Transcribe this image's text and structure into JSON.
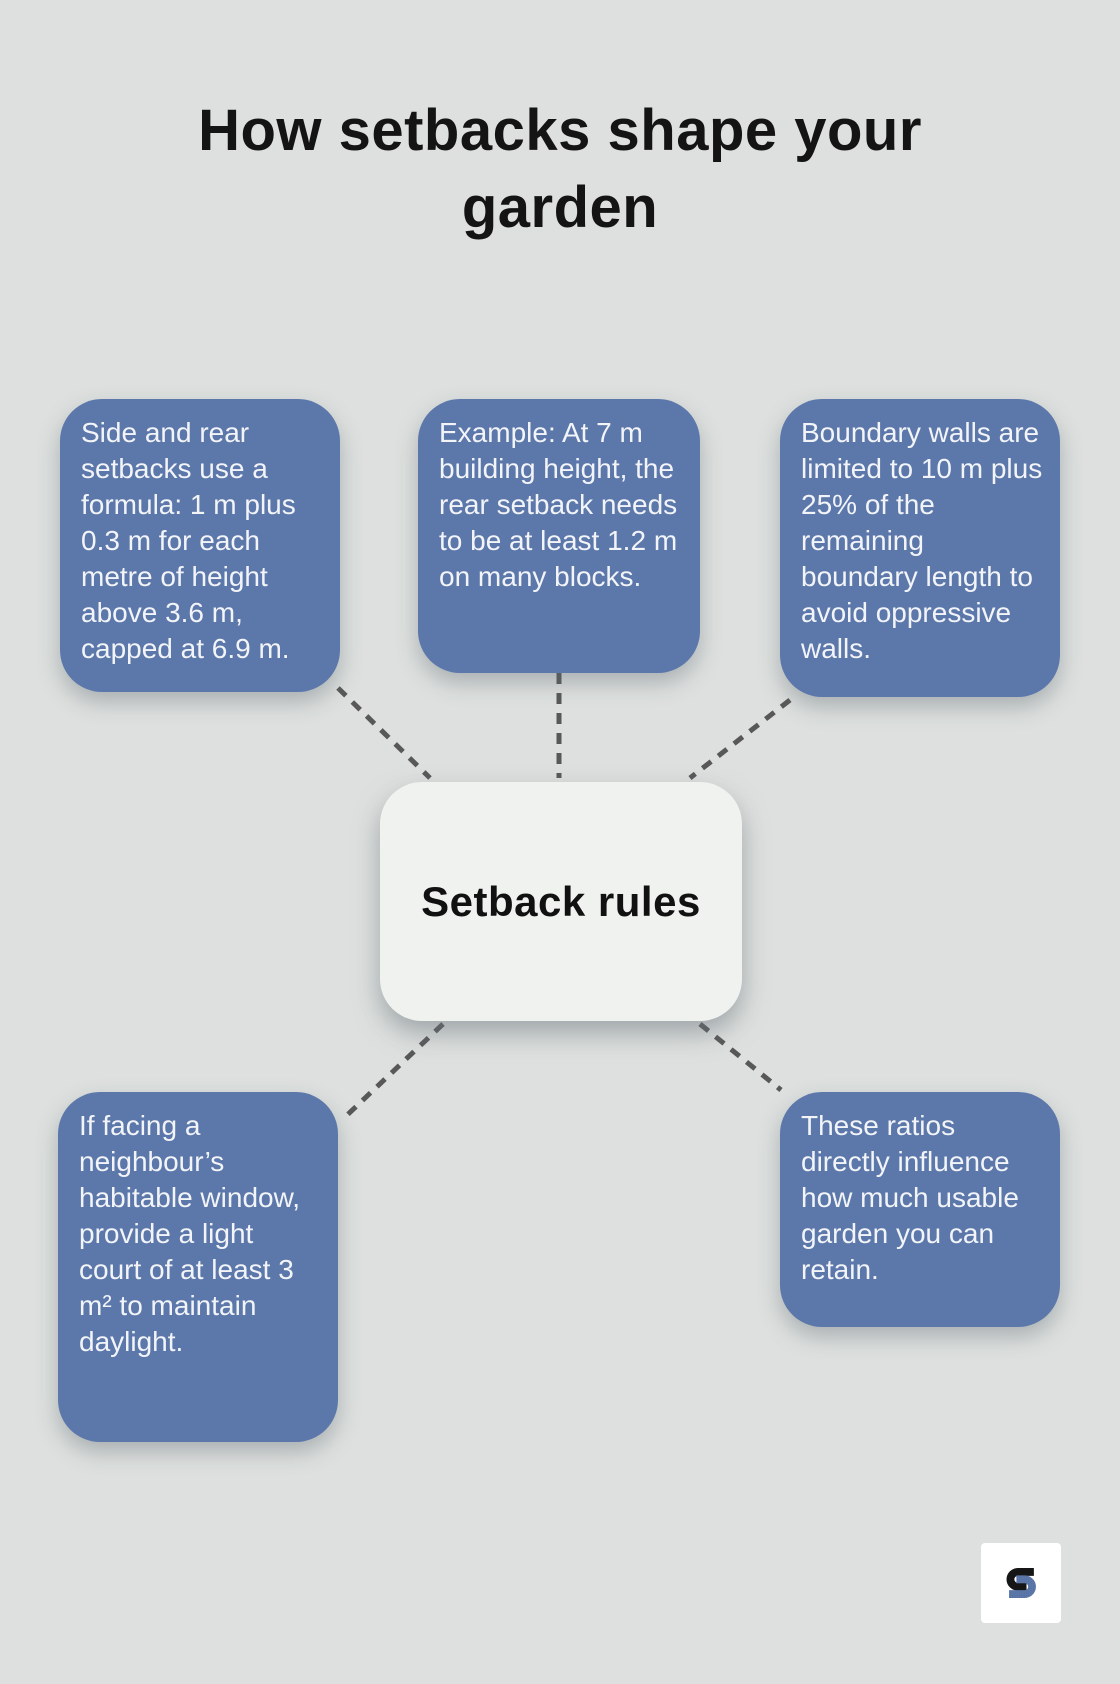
{
  "title": "How setbacks shape your garden",
  "center_node": {
    "label": "Setback rules"
  },
  "nodes": [
    {
      "name": "side-rear-formula",
      "text": "Side and rear setbacks use a formula: 1 m plus 0.3 m for each metre of height above 3.6 m, capped at 6.9 m."
    },
    {
      "name": "rear-setback-example",
      "text": "Example: At 7 m building height, the rear setback needs to be at least 1.2 m on many blocks."
    },
    {
      "name": "boundary-walls",
      "text": "Boundary walls are limited to 10 m plus 25% of the remaining boundary length to avoid oppressive walls."
    },
    {
      "name": "light-court",
      "text": "If facing a neighbour’s habitable window, provide a light court of at least 3 m² to maintain daylight."
    },
    {
      "name": "garden-ratios",
      "text": "These ratios directly influence how much usable garden you can retain."
    }
  ],
  "icons": {
    "brand_logo": "interlocked-s-logo"
  },
  "colors": {
    "background": "#dde0de",
    "node_fill": "#5c78ab",
    "node_text": "#f2f4f8",
    "center_fill": "#f0f2f0",
    "center_text": "#111111",
    "title_text": "#141414",
    "connector": "#585858",
    "logo_black": "#161616",
    "logo_blue": "#5c78ab",
    "logo_background": "#ffffff"
  }
}
